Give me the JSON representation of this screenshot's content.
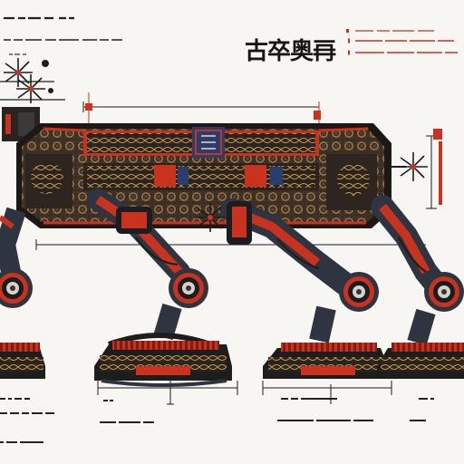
{
  "title_glyphs": "古卒奥𠕅",
  "colors": {
    "paper": "#f7f6f3",
    "ink": "#161616",
    "accent_red": "#c8321e",
    "bronze": "#4a3a2c",
    "copper": "#8a5a3a",
    "gold": "#c89a4a",
    "steel": "#2e3440"
  },
  "icons": [
    "mech-hull",
    "leg-joint-gear",
    "foot-pad",
    "dimension-line",
    "spoke-radiator"
  ]
}
